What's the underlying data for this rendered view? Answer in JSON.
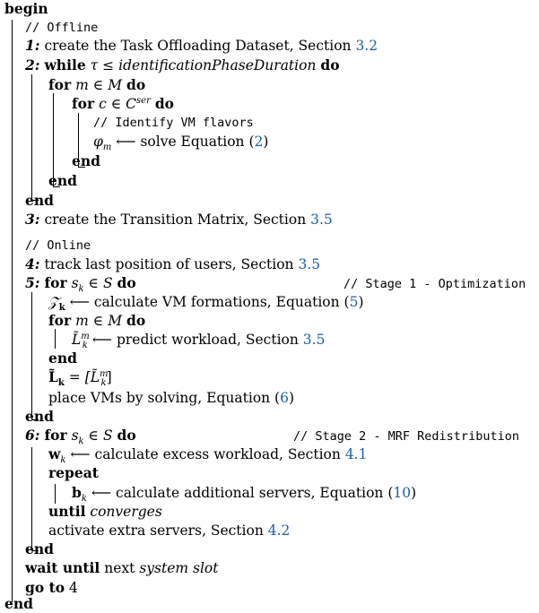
{
  "kw": {
    "begin": "begin",
    "end": "end",
    "while": "while",
    "do": "do",
    "for": "for",
    "repeat": "repeat",
    "until": "until",
    "wait_until": "wait until",
    "go_to": "go to"
  },
  "lines": {
    "offline_comment": "// Offline",
    "l1_num": "1:",
    "l1_text": "create the Task Offloading Dataset, Section",
    "l1_ref": "3.2",
    "l2_num": "2:",
    "l2_cond_var": "τ",
    "l2_cond_op": "≤",
    "l2_cond_rhs": "identificationPhaseDuration",
    "for_m_var": "m",
    "for_m_in": "∈",
    "for_m_set": "M",
    "for_c_var": "c",
    "for_c_in": "∈",
    "for_c_set": "C",
    "for_c_sup": "ser",
    "identify_comment": "// Identify VM flavors",
    "phi_var": "φ",
    "phi_sub": "m",
    "phi_arrow": "⟵",
    "phi_text": "solve Equation (",
    "phi_ref": "2",
    "phi_close": ")",
    "l3_num": "3:",
    "l3_text": "create the Transition Matrix, Section",
    "l3_ref": "3.5",
    "online_comment": "// Online",
    "l4_num": "4:",
    "l4_text": "track last position of users, Section",
    "l4_ref": "3.5",
    "l5_num": "5:",
    "l5_var": "s",
    "l5_sub": "k",
    "l5_in": "∈",
    "l5_set": "S",
    "stage1_comment": "// Stage 1 - Optimization",
    "z_var": "𝒵",
    "z_sub": "k",
    "z_arrow": "⟵",
    "z_text": "calculate VM formations, Equation (",
    "z_ref": "5",
    "z_close": ")",
    "for_m2_var": "m",
    "for_m2_in": "∈",
    "for_m2_set": "M",
    "lk_var": "L̃",
    "lk_sup": "m",
    "lk_sub": "k",
    "lk_arrow": "⟵",
    "lk_text": "predict workload, Section",
    "lk_ref": "3.5",
    "lvec_lhs": "L̃",
    "lvec_sub": "k",
    "lvec_eq": "= [L̃",
    "lvec_sup2": "m",
    "lvec_sub2": "k",
    "lvec_close": "]",
    "place_text": "place VMs by solving, Equation (",
    "place_ref": "6",
    "place_close": ")",
    "l6_num": "6:",
    "l6_var": "s",
    "l6_sub": "k",
    "l6_in": "∈",
    "l6_set": "S",
    "stage2_comment": "// Stage 2 - MRF Redistribution",
    "w_var": "w",
    "w_sub": "k",
    "w_arrow": "⟵",
    "w_text": "calculate excess workload, Section",
    "w_ref": "4.1",
    "b_var": "b",
    "b_sub": "k",
    "b_arrow": "⟵",
    "b_text": "calculate additional servers, Equation (",
    "b_ref": "10",
    "b_close": ")",
    "until_cond": "converges",
    "activate_text": "activate extra servers, Section",
    "activate_ref": "4.2",
    "wait_text": "next",
    "wait_it": "system slot",
    "goto_target": "4"
  }
}
